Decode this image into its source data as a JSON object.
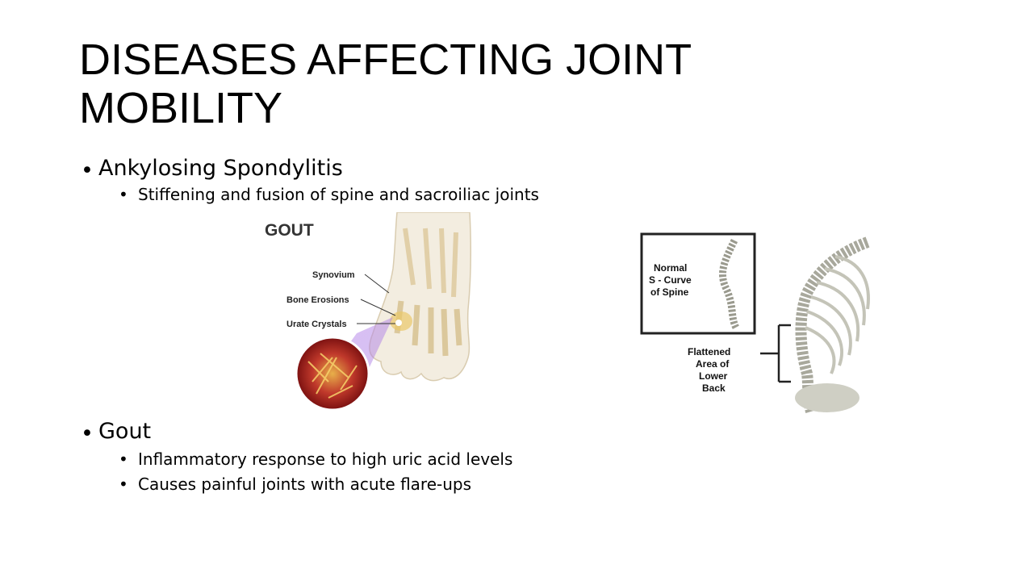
{
  "slide": {
    "title": "DISEASES AFFECTING JOINT MOBILITY",
    "bullets": [
      {
        "text": "Ankylosing Spondylitis",
        "sub": [
          "Stiffening and fusion of spine and sacroiliac joints"
        ]
      },
      {
        "text": "Gout",
        "sub": [
          "Inflammatory response to high uric acid levels",
          "Causes painful joints with acute flare-ups"
        ]
      }
    ],
    "bullet_glyph": "•"
  },
  "gout_image": {
    "heading": "GOUT",
    "labels": [
      "Synovium",
      "Bone Erosions",
      "Urate Crystals"
    ]
  },
  "spine_image": {
    "box_label": [
      "Normal",
      "S - Curve",
      "of Spine"
    ],
    "side_label": [
      "Flattened",
      "Area of",
      "Lower",
      "Back"
    ]
  }
}
